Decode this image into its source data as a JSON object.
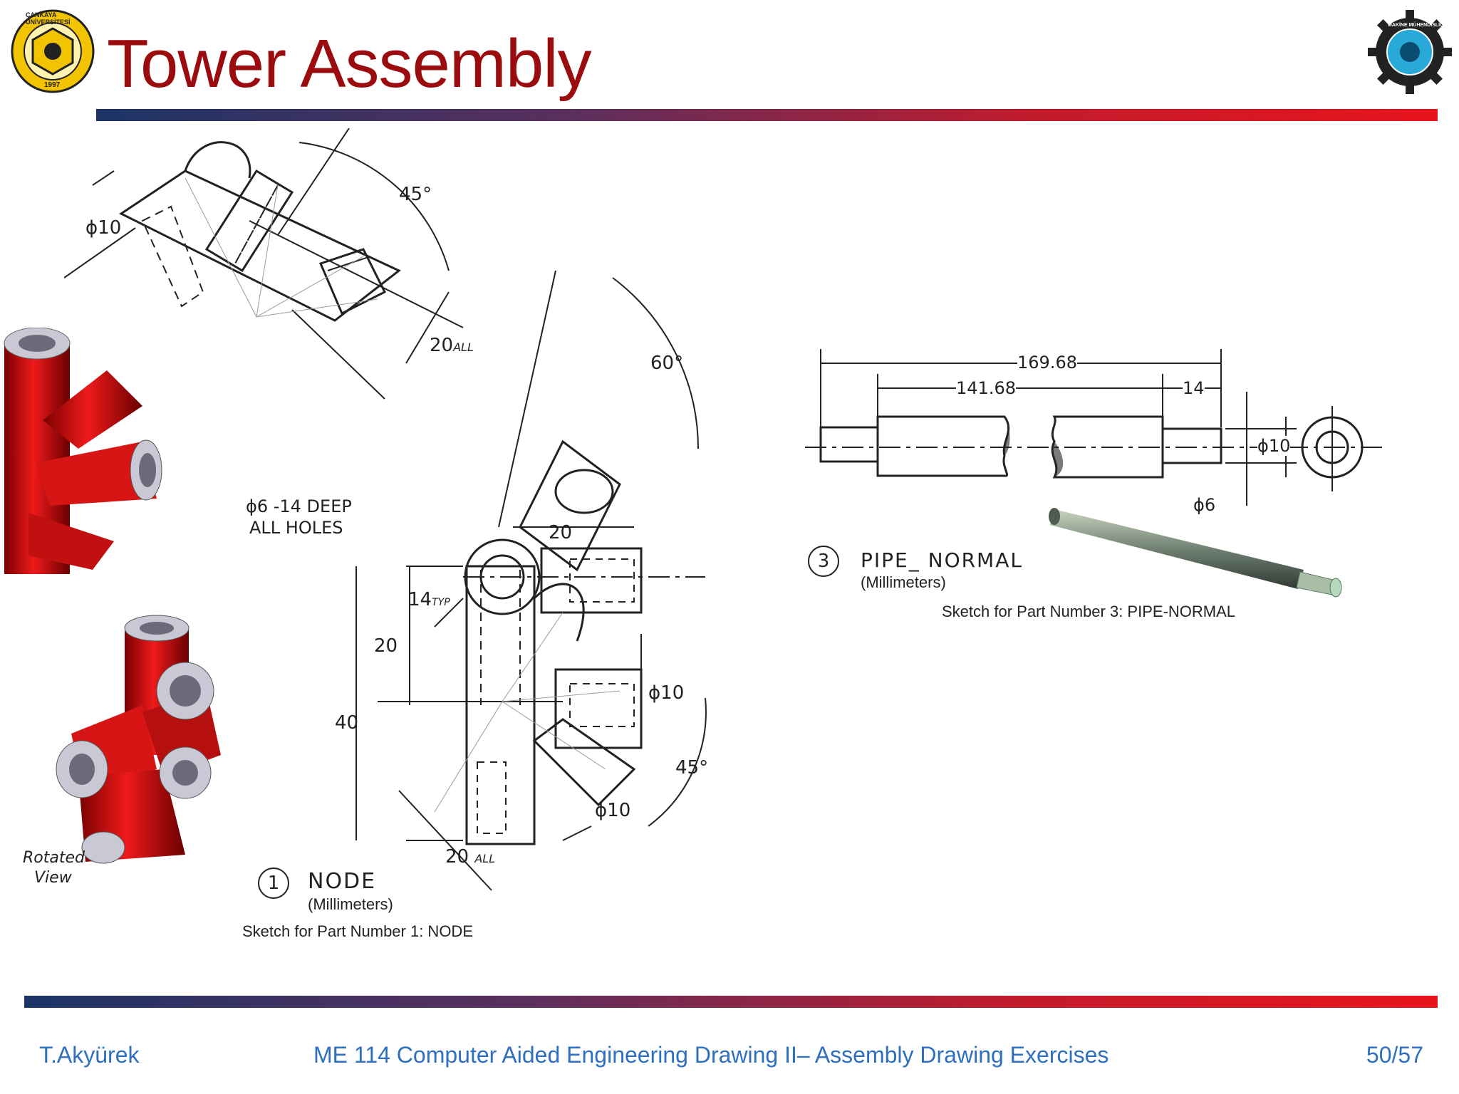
{
  "slide": {
    "title": "Tower Assembly",
    "footer_author": "T.Akyürek",
    "footer_course": "ME 114 Computer Aided Engineering Drawing II– Assembly Drawing Exercises",
    "footer_page": "50/57",
    "logo_left_text": "ÇANKAYA ÜNİVERSİTESİ",
    "logo_left_year": "1997",
    "logo_right_text": "MAKİNE MÜHENDİSLİĞİ"
  },
  "node_sketch": {
    "dim_phi10_top": "ϕ10",
    "dim_45_top": "45°",
    "dim_20_all_top": "20",
    "dim_20_all_top_sub": "ALL",
    "dim_60": "60°",
    "hole_note_1": "ϕ6 -14 DEEP",
    "hole_note_2": "ALL HOLES",
    "dim_20_width": "20",
    "dim_14_typ": "14",
    "dim_14_typ_sub": "TYP",
    "dim_20_left": "20",
    "dim_40": "40",
    "dim_phi10_right": "ϕ10",
    "dim_45_bottom": "45°",
    "dim_phi10_lower": "ϕ10",
    "dim_20_all_bottom": "20",
    "dim_20_all_bottom_sub": "ALL",
    "part_number": "1",
    "part_name": "NODE",
    "units": "(Millimeters)",
    "caption": "Sketch for Part Number 1: NODE",
    "rotated_view_label_1": "Rotated",
    "rotated_view_label_2": "View"
  },
  "pipe_sketch": {
    "dim_total": "169.68",
    "dim_body": "141.68",
    "dim_end": "14",
    "dim_phi10": "ϕ10",
    "dim_phi6": "ϕ6",
    "part_number": "3",
    "part_name": "PIPE_ NORMAL",
    "units": "(Millimeters)",
    "caption": "Sketch for Part Number 3: PIPE-NORMAL"
  }
}
